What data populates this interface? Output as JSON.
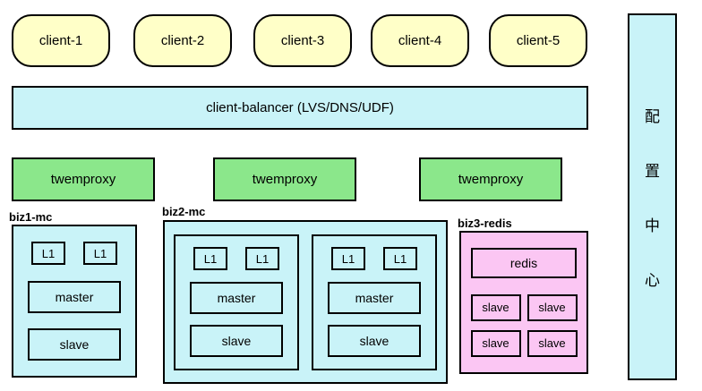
{
  "clients": [
    {
      "label": "client-1"
    },
    {
      "label": "client-2"
    },
    {
      "label": "client-3"
    },
    {
      "label": "client-4"
    },
    {
      "label": "client-5"
    }
  ],
  "balancer": {
    "label": "client-balancer (LVS/DNS/UDF)"
  },
  "proxies": [
    {
      "label": "twemproxy"
    },
    {
      "label": "twemproxy"
    },
    {
      "label": "twemproxy"
    }
  ],
  "biz1": {
    "title": "biz1-mc",
    "l1": [
      "L1",
      "L1"
    ],
    "master": "master",
    "slave": "slave"
  },
  "biz2": {
    "title": "biz2-mc",
    "shards": [
      {
        "l1": [
          "L1",
          "L1"
        ],
        "master": "master",
        "slave": "slave"
      },
      {
        "l1": [
          "L1",
          "L1"
        ],
        "master": "master",
        "slave": "slave"
      }
    ]
  },
  "biz3": {
    "title": "biz3-redis",
    "redis": "redis",
    "slaves": [
      "slave",
      "slave",
      "slave",
      "slave"
    ]
  },
  "config_center": {
    "label": "配置中心",
    "chars": [
      "配",
      "置",
      "中",
      "心"
    ]
  },
  "colors": {
    "client_yellow": "#FFFFC8",
    "cyan": "#C9F3F8",
    "proxy_green": "#8BE78B",
    "redis_pink": "#FBC6F3",
    "border": "#000000"
  }
}
